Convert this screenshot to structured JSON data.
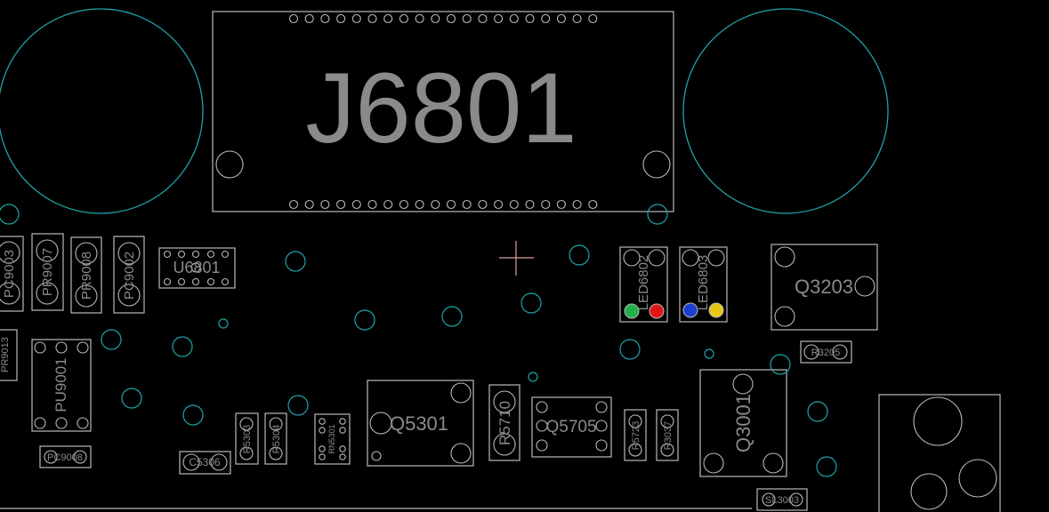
{
  "diagram": {
    "type": "pcb-layout",
    "colors": {
      "background": "#000000",
      "outline": "#b9b9b9",
      "via": "#1fa3a8",
      "label": "#8a8a8a",
      "cursor": "#d8a0a0",
      "led_green": "#22b04a",
      "led_red": "#e01616",
      "led_blue": "#1c3fd0",
      "led_yellow": "#e6c814"
    },
    "components": {
      "j6801": "J6801",
      "pc9003": "PC9003",
      "pr9007": "PR9007",
      "pr9008": "PR9008",
      "pc9002": "PC9002",
      "u6801": "U6801",
      "pr9013": "PR9013",
      "pu9001": "PU9001",
      "pc9008": "PC9008",
      "c5306": "C5306",
      "r5303": "R5303",
      "r5304": "R5304",
      "rn5301": "RN5301",
      "q5301": "Q5301",
      "r5710": "R5710",
      "q5705": "Q5705",
      "r5723": "R5723",
      "r3037": "R3037",
      "q3001": "Q3001",
      "q3203": "Q3203",
      "r3205": "R3205",
      "sl3003": "SL3003",
      "led1": "LED6802",
      "led2": "LED6803"
    }
  }
}
